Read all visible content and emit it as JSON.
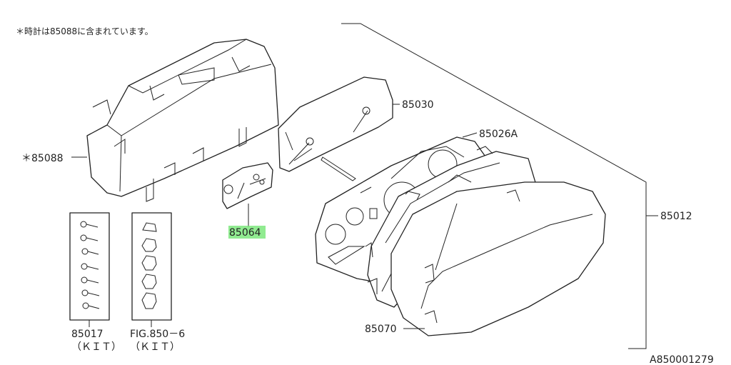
{
  "note": "＊時計は85088に含まれています。",
  "labels": {
    "p85088": "＊85088",
    "p85030": "85030",
    "p85026a": "85026A",
    "p85012": "85012",
    "p85064": "85064",
    "p85070": "85070",
    "p85017": "85017",
    "p85017_sub": "（ＫＩＴ）",
    "fig850": "FIG.850－6",
    "fig850_sub": "（ＫＩＴ）"
  },
  "highlight_part": "85064",
  "highlight_color": "#7ee87e",
  "diagram_id": "A850001279"
}
